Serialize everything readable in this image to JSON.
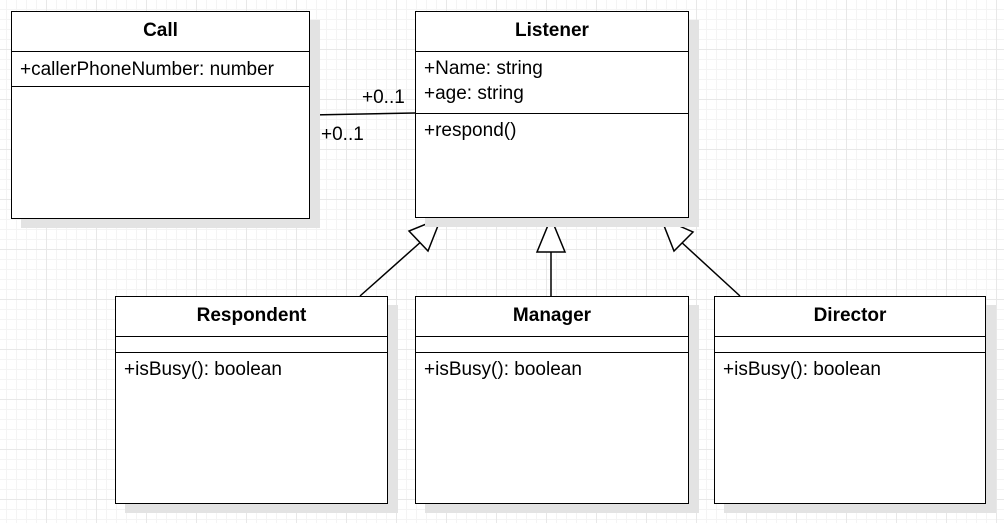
{
  "diagram": {
    "classes": {
      "call": {
        "name": "Call",
        "attributes": [
          "+callerPhoneNumber: number"
        ],
        "operations": []
      },
      "listener": {
        "name": "Listener",
        "attributes": [
          "+Name: string",
          "+age: string"
        ],
        "operations": [
          "+respond()"
        ]
      },
      "respondent": {
        "name": "Respondent",
        "attributes": [],
        "operations": [
          "+isBusy(): boolean"
        ]
      },
      "manager": {
        "name": "Manager",
        "attributes": [],
        "operations": [
          "+isBusy(): boolean"
        ]
      },
      "director": {
        "name": "Director",
        "attributes": [],
        "operations": [
          "+isBusy(): boolean"
        ]
      }
    },
    "association": {
      "from": "call",
      "to": "listener",
      "multiplicity_listener_end": "+0..1",
      "multiplicity_call_end": "+0..1"
    },
    "generalizations": [
      {
        "child": "respondent",
        "parent": "listener"
      },
      {
        "child": "manager",
        "parent": "listener"
      },
      {
        "child": "director",
        "parent": "listener"
      }
    ]
  }
}
